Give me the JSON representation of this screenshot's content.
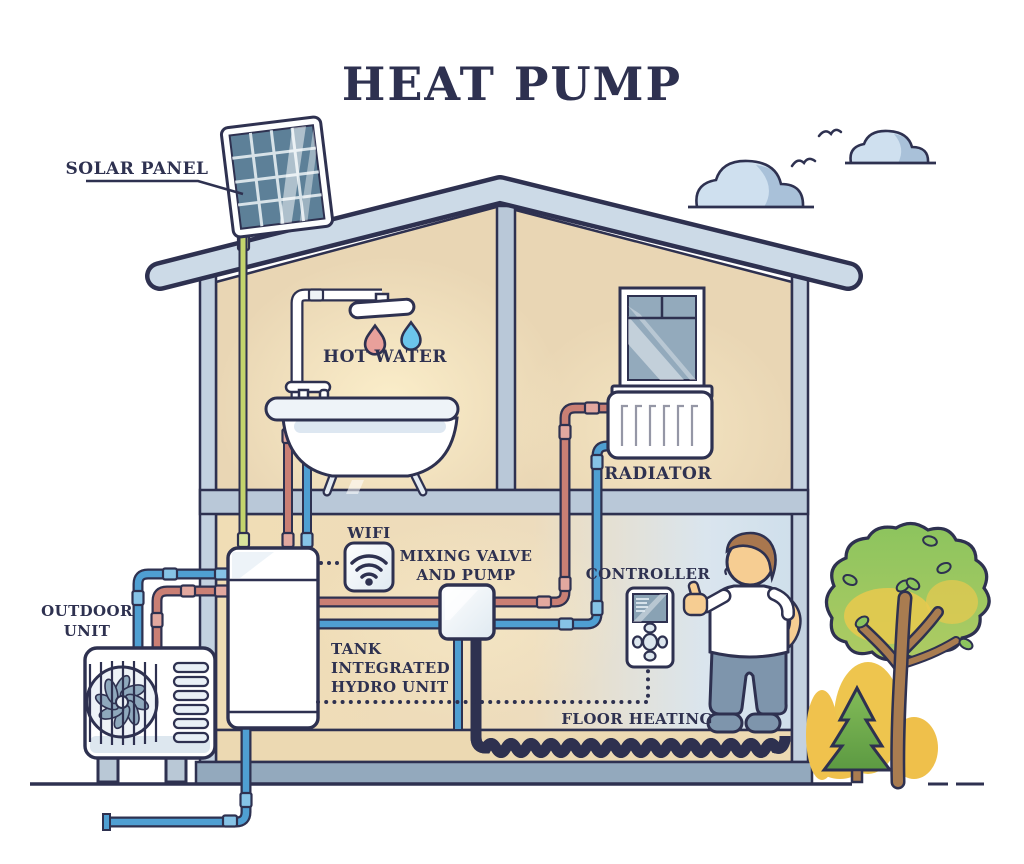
{
  "title": "HEAT PUMP",
  "labels": {
    "solar_panel": "SOLAR PANEL",
    "hot_water": "HOT WATER",
    "radiator": "RADIATOR",
    "wifi": "WIFI",
    "mixing_valve": [
      "MIXING VALVE",
      "AND PUMP"
    ],
    "controller": "CONTROLLER",
    "tank": [
      "TANK",
      "INTEGRATED",
      "HYDRO UNIT"
    ],
    "outdoor_unit": [
      "OUTDOOR",
      "UNIT"
    ],
    "floor_heating": "FLOOR HEATING"
  },
  "colors": {
    "outline": "#2e3150",
    "text": "#2e3150",
    "hot_pipe": "#ca7f74",
    "cold_pipe": "#4f9fd2",
    "solar_pipe": "#c3d46c",
    "wall": "#c3d1e0",
    "roof": "#ccdae7",
    "interior_warm": "#efdcb4",
    "interior_cool": "#d2e1ee",
    "foundation": "#93a9bd",
    "cloud": "#cfe0ef",
    "tree_green": "#8cc45e",
    "bush_yellow": "#f0c24d",
    "skin": "#f6cd92",
    "pants": "#7e95ac"
  }
}
